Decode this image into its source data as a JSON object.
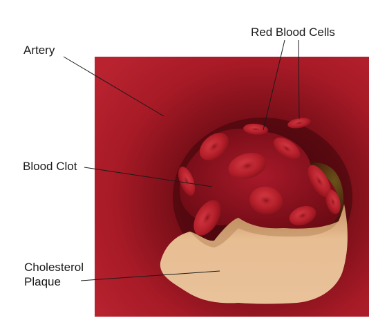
{
  "labels": {
    "artery": "Artery",
    "red_blood_cells": "Red Blood Cells",
    "blood_clot": "Blood Clot",
    "cholesterol_line1": "Cholesterol",
    "cholesterol_line2": "Plaque"
  },
  "colors": {
    "artery_wall": "#b51f2c",
    "artery_shadow": "#5e0a12",
    "blood_cell": "#b8202a",
    "blood_cell_dark": "#7a0f17",
    "plaque": "#e2b58a",
    "plaque_shadow": "#b8865a",
    "leader_line": "#1a1a1a"
  }
}
